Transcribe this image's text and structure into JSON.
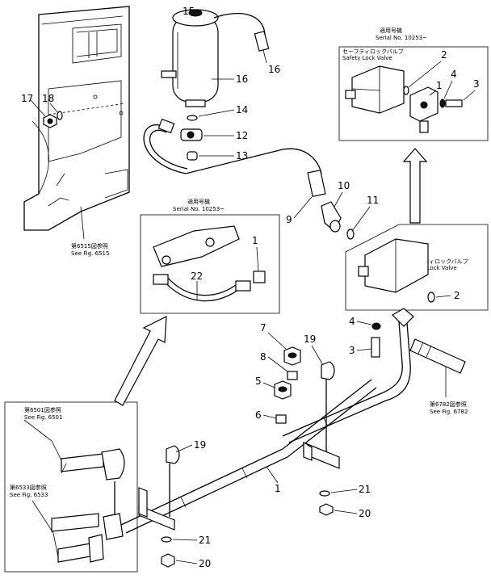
{
  "callouts": {
    "c1a": "1",
    "c1b": "1",
    "c1c": "1",
    "c2a": "2",
    "c2b": "2",
    "c3a": "3",
    "c3b": "3",
    "c4a": "4",
    "c4b": "4",
    "c5": "5",
    "c6": "6",
    "c7": "7",
    "c8": "8",
    "c9": "9",
    "c10": "10",
    "c11": "11",
    "c12": "12",
    "c13": "13",
    "c14": "14",
    "c15": "15",
    "c16a": "16",
    "c16b": "16",
    "c17": "17",
    "c18": "18",
    "c19a": "19",
    "c19b": "19",
    "c20a": "20",
    "c20b": "20",
    "c21a": "21",
    "c21b": "21",
    "c22": "22"
  },
  "insets": {
    "top_right_serial": "Serial No. 10253~",
    "top_right_jp": "適用号機",
    "top_right_valve_jp": "セーフティロックバルブ",
    "top_right_valve_en": "Safety Lock Valve",
    "middle_serial": "Serial No. 10253~",
    "middle_jp": "適用号機",
    "right_valve_jp": "セーフティロックバルブ",
    "right_valve_en": "Safety Lock Valve"
  },
  "references": {
    "fig6515_jp": "第6515図参照",
    "fig6515_en": "See Fig. 6515",
    "fig6782_jp": "第6782図参照",
    "fig6782_en": "See Fig. 6782",
    "fig6501_jp": "第6501図参照",
    "fig6501_en": "See Fig. 6501",
    "fig6533_jp": "第6533図参照",
    "fig6533_en": "See Fig. 6533"
  }
}
